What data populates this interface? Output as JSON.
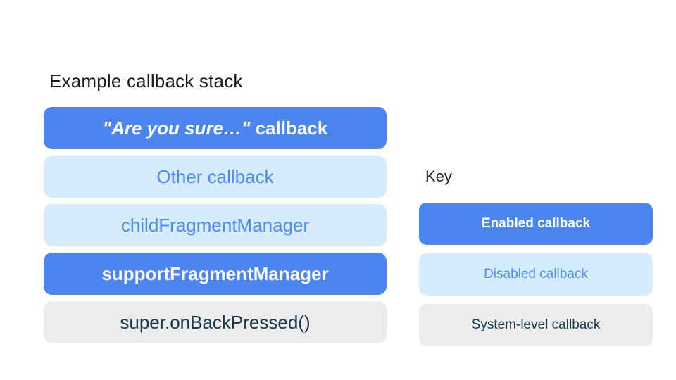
{
  "stack": {
    "title": "Example callback stack",
    "bars": [
      {
        "label_italic": "\"Are you sure…\"",
        "label_rest": " callback",
        "type": "enabled"
      },
      {
        "label": "Other callback",
        "type": "disabled"
      },
      {
        "label": "childFragmentManager",
        "type": "disabled"
      },
      {
        "label": "supportFragmentManager",
        "type": "enabled"
      },
      {
        "label": "super.onBackPressed()",
        "type": "system"
      }
    ]
  },
  "key": {
    "title": "Key",
    "items": [
      {
        "label": "Enabled callback",
        "type": "enabled"
      },
      {
        "label": "Disabled callback",
        "type": "disabled"
      },
      {
        "label": "System-level callback",
        "type": "system"
      }
    ]
  },
  "colors": {
    "enabled_bg": "#4A85F0",
    "enabled_text": "#ffffff",
    "disabled_bg": "#D6EBFC",
    "disabled_text": "#4D8BF2",
    "system_bg": "#ECECEC",
    "system_text": "#17384D",
    "title_text": "#1b1b1b",
    "page_bg": "#ffffff"
  }
}
